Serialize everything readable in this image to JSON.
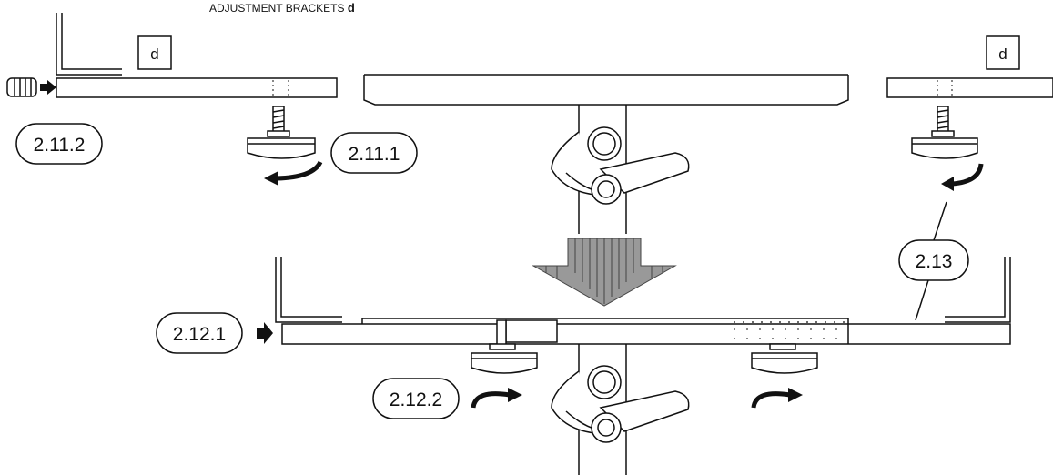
{
  "title": {
    "text": "ADJUSTMENT BRACKETS ",
    "part_letter": "d"
  },
  "part_labels": {
    "left": "d",
    "right": "d"
  },
  "step_labels": {
    "s2_11_2": "2.11.2",
    "s2_11_1": "2.11.1",
    "s2_13": "2.13",
    "s2_12_1": "2.12.1",
    "s2_12_2": "2.12.2"
  },
  "colors": {
    "line": "#111111",
    "background": "#ffffff",
    "arrow_fill": "#888888"
  }
}
